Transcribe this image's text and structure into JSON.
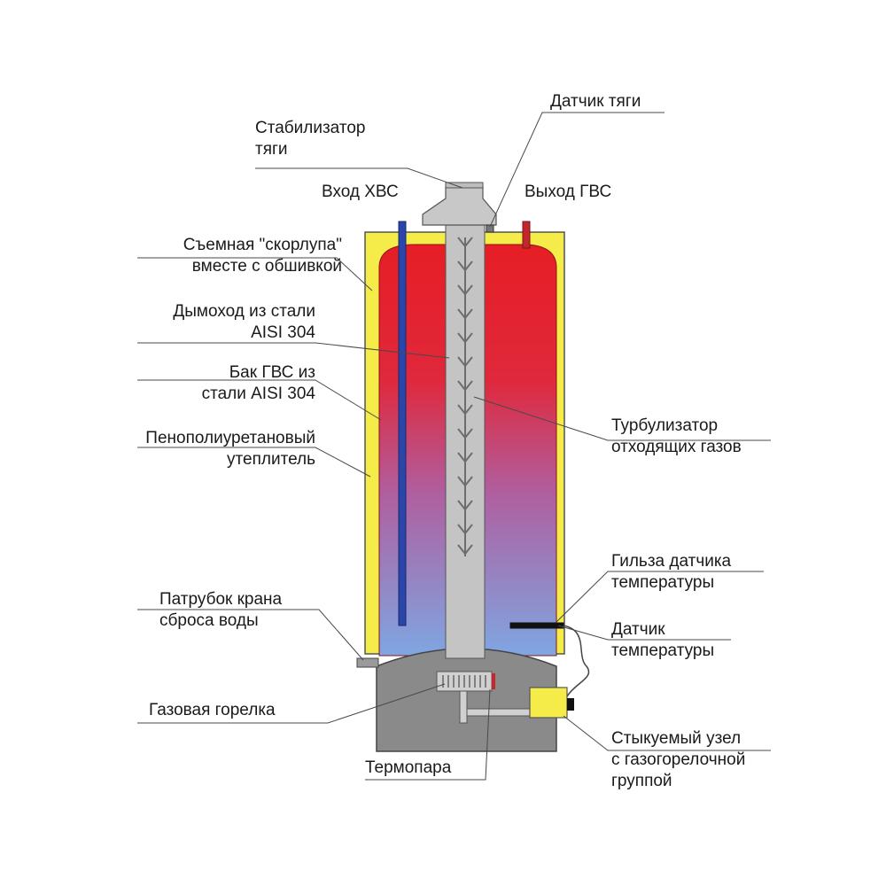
{
  "labels": {
    "draft_stabilizer": [
      "Стабилизатор",
      "тяги"
    ],
    "draft_sensor": "Датчик тяги",
    "cold_inlet": "Вход ХВС",
    "hot_outlet": "Выход ГВС",
    "shell": [
      "Съемная \"скорлупа\"",
      "вместе с обшивкой"
    ],
    "flue": [
      "Дымоход из стали",
      "AISI 304"
    ],
    "tank": [
      "Бак ГВС  из",
      "стали AISI 304"
    ],
    "insulation": [
      "Пенополиуретановый",
      "утеплитель"
    ],
    "turbulizer": [
      "Турбулизатор",
      "отходящих газов"
    ],
    "sensor_sleeve": [
      "Гильза датчика",
      "температуры"
    ],
    "temp_sensor": [
      "Датчик",
      "температуры"
    ],
    "drain": [
      "Патрубок крана",
      "сброса воды"
    ],
    "burner": "Газовая горелка",
    "thermocouple": "Термопара",
    "gas_unit": [
      "Стыкуемый узел",
      "с газогорелочной",
      "группой"
    ]
  },
  "colors": {
    "shell_yellow": "#f5ec4a",
    "hot_water": "#e61e25",
    "cold_water": "#7d9fe0",
    "flue_gray": "#c4c4c4",
    "base_gray": "#8a8a8a",
    "cold_pipe": "#2b45a8",
    "hot_pipe": "#c1272d"
  }
}
